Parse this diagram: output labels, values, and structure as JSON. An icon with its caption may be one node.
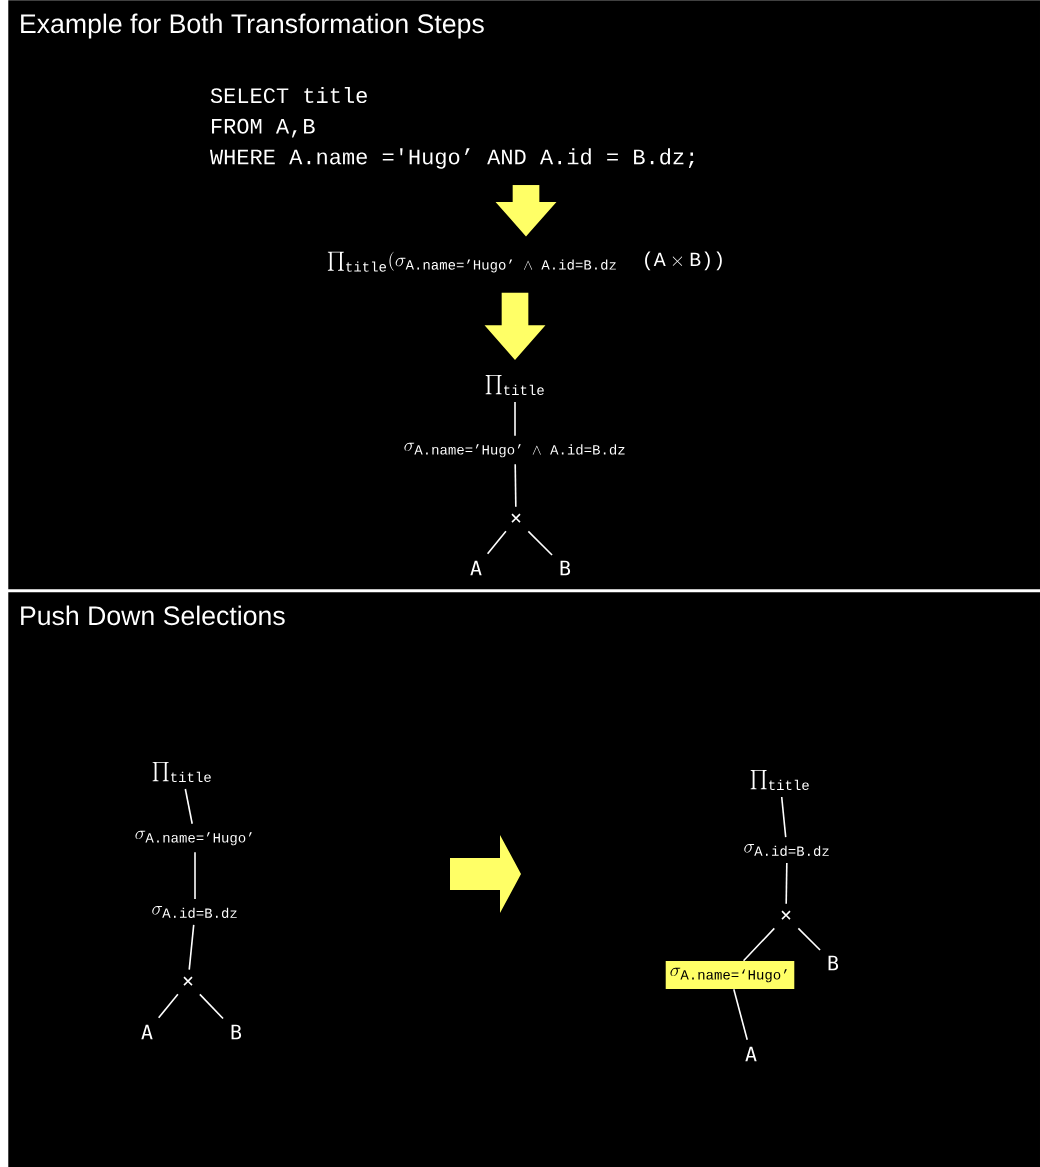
{
  "diagram": {
    "nodes": [
      {
        "text": [
          "Example for Both Transformation Steps"
        ]
      },
      {
        "text": [
          "SELECT title",
          "FROM A,B",
          "WHERE A.name ='Hugo’ AND A.id = B.dz;"
        ],
        "in": 0
      },
      {
        "text": [
          "\\prod_{\\texttt{title}}(\\sigma_{\\texttt{A.name=’Hugo’ }\\wedge\\texttt{ A.id=B.dz}}\\ \\ \\texttt{(A}\\times\\texttt{B))}"
        ],
        "in": 0
      },
      {
        "text": [
          "\\prod_{\\texttt{title}}"
        ],
        "in": 0
      },
      {
        "text": [
          "\\sigma_{\\texttt{A.name=’Hugo’ }\\wedge\\texttt{ A.id=B.dz}}"
        ],
        "in": 0
      },
      {
        "text": [
          "×"
        ],
        "in": 0
      },
      {
        "text": [
          "A"
        ],
        "in": 0
      },
      {
        "text": [
          "B"
        ],
        "in": 0
      },
      {
        "text": [
          "Push Down Selections"
        ]
      },
      {
        "text": [
          "\\prod_{\\texttt{title}}"
        ],
        "in": 8
      },
      {
        "text": [
          "\\sigma_{\\texttt{A.name=’Hugo’}}"
        ],
        "in": 8
      },
      {
        "text": [
          "\\sigma_{\\texttt{A.id=B.dz}}"
        ],
        "in": 8
      },
      {
        "text": [
          "×"
        ],
        "in": 8
      },
      {
        "text": [
          "A"
        ],
        "in": 8
      },
      {
        "text": [
          "B"
        ],
        "in": 8
      },
      {
        "text": [
          "\\prod_{\\texttt{title}}"
        ],
        "in": 8
      },
      {
        "text": [
          "\\sigma_{\\texttt{A.id=B.dz}}"
        ],
        "in": 8
      },
      {
        "text": [
          "×"
        ],
        "in": 8
      },
      {
        "text": [
          "\\sigma_{\\texttt{A.name=‘Hugo’}}"
        ],
        "in": 8
      },
      {
        "text": [
          "B"
        ],
        "in": 8
      },
      {
        "text": [
          "A"
        ],
        "in": 8
      }
    ],
    "edges": [
      {
        "from": 1,
        "to": 2,
        "arrow": "to",
        "style": "thick",
        "color": "#ffff66"
      },
      {
        "from": 2,
        "to": 3,
        "arrow": "to",
        "style": "thick",
        "color": "#ffff66"
      },
      {
        "from": 3,
        "to": 4,
        "arrow": "none"
      },
      {
        "from": 4,
        "to": 5,
        "arrow": "none"
      },
      {
        "from": 5,
        "to": 6,
        "arrow": "none"
      },
      {
        "from": 5,
        "to": 7,
        "arrow": "none"
      },
      {
        "from": 9,
        "to": 10,
        "arrow": "none"
      },
      {
        "from": 10,
        "to": 11,
        "arrow": "none"
      },
      {
        "from": 11,
        "to": 12,
        "arrow": "none"
      },
      {
        "from": 12,
        "to": 13,
        "arrow": "none"
      },
      {
        "from": 12,
        "to": 14,
        "arrow": "none"
      },
      {
        "from": 15,
        "to": 16,
        "arrow": "none"
      },
      {
        "from": 16,
        "to": 17,
        "arrow": "none"
      },
      {
        "from": 17,
        "to": 18,
        "arrow": "none"
      },
      {
        "from": 17,
        "to": 19,
        "arrow": "none"
      },
      {
        "from": 18,
        "to": 20,
        "arrow": "none"
      }
    ]
  }
}
